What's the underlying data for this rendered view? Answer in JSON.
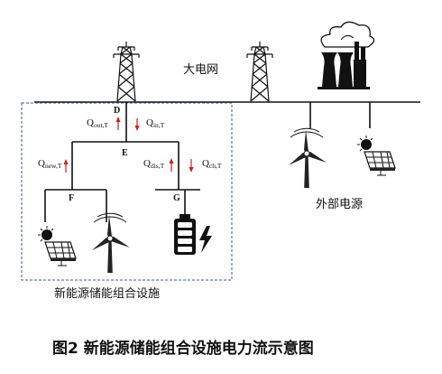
{
  "labels": {
    "grid": "大电网",
    "external_source": "外部电源",
    "combo_facility": "新能源储能组合设施",
    "caption": "图2 新能源储能组合设施电力流示意图"
  },
  "nodes": {
    "d": "D",
    "e": "E",
    "f": "F",
    "g": "G"
  },
  "flows": {
    "q_out": {
      "main": "Q",
      "sub": "out,T"
    },
    "q_in": {
      "main": "Q",
      "sub": "in,T"
    },
    "q_new": {
      "main": "Q",
      "sub": "new,T"
    },
    "q_dis": {
      "main": "Q",
      "sub": "dis,T"
    },
    "q_ch": {
      "main": "Q",
      "sub": "ch,T"
    }
  },
  "icons": {
    "tower_left": "transmission-tower-icon",
    "tower_right": "transmission-tower-icon",
    "power_plant": "cooling-tower-plant-icon",
    "wind": "wind-turbine-icon",
    "solar": "solar-panel-icon",
    "battery": "battery-icon"
  },
  "colors": {
    "flow_arrow": "#c81e1e",
    "boundary": "#3a5a8c",
    "line": "#111111"
  }
}
